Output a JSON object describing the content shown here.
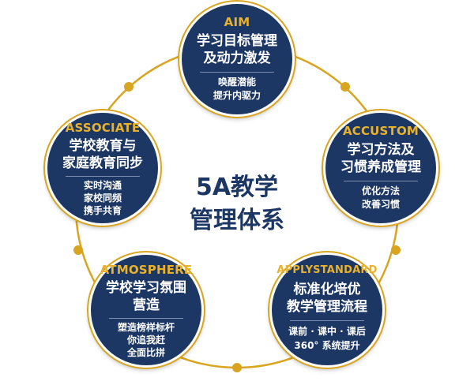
{
  "center": {
    "line1": "5A教学",
    "line2": "管理体系"
  },
  "nodes": {
    "aim": {
      "en": "AIM",
      "title1": "学习目标管理",
      "title2": "及动力激发",
      "sub": [
        "唤醒潜能",
        "提升内驱力"
      ]
    },
    "accustom": {
      "en": "ACCUSTOM",
      "title1": "学习方法及",
      "title2": "习惯养成管理",
      "sub": [
        "优化方法",
        "改善习惯"
      ]
    },
    "associate": {
      "en": "ASSOCIATE",
      "title1": "学校教育与",
      "title2": "家庭教育同步",
      "sub": [
        "实时沟通",
        "家校同频",
        "携手共育"
      ]
    },
    "atmosphere": {
      "en": "ATMOSPHERE",
      "title1": "学校学习氛围",
      "title2": "营造",
      "sub": [
        "塑造榜样标杆",
        "你追我赶",
        "全面比拼"
      ]
    },
    "applystandard": {
      "en": "APPLYSTANDARD",
      "title1": "标准化培优",
      "title2": "教学管理流程",
      "sub": [
        "课前 · 课中 · 课后",
        "360°  系统提升"
      ]
    }
  },
  "colors": {
    "navy": "#1c3764",
    "gold": "#d9a420",
    "accent_text": "#e8b22c"
  }
}
